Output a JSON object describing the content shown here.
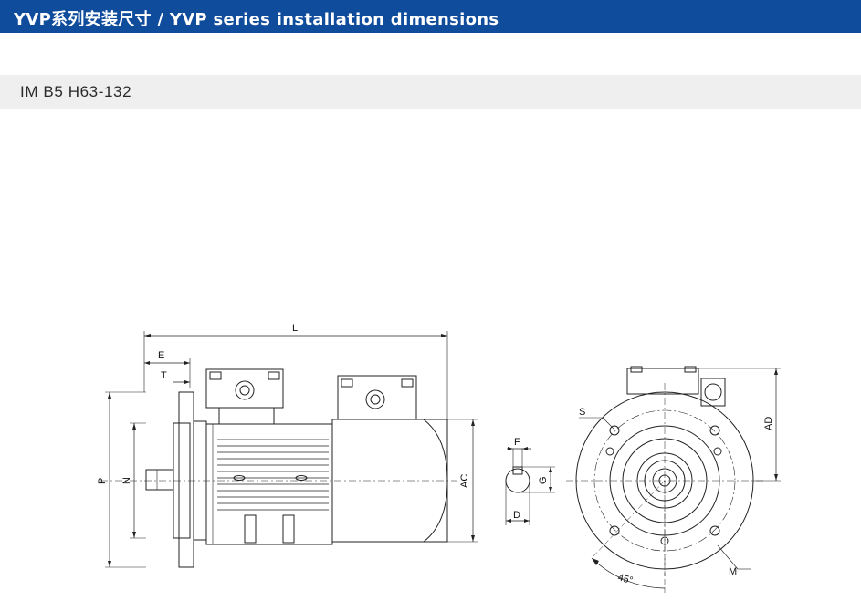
{
  "header": {
    "title": "YVP系列安装尺寸 / YVP series installation dimensions"
  },
  "subheader": {
    "mounting_type": "IM B5 H63-132"
  },
  "drawing": {
    "labels": {
      "L": "L",
      "E": "E",
      "T": "T",
      "P": "P",
      "N": "N",
      "AC": "AC",
      "F": "F",
      "G": "G",
      "D": "D",
      "S": "S",
      "AD": "AD",
      "M": "M",
      "angle": "45°"
    }
  }
}
